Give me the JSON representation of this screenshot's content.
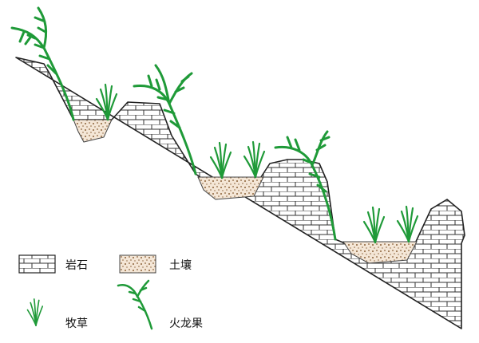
{
  "legend": {
    "rock": "岩石",
    "soil": "土壤",
    "grass": "牧草",
    "dragonfruit": "火龙果"
  },
  "colors": {
    "plant": "#1f9a38",
    "soil_fill": "#f4e6d6",
    "soil_dots": "#8a6038",
    "outline": "#222222"
  }
}
